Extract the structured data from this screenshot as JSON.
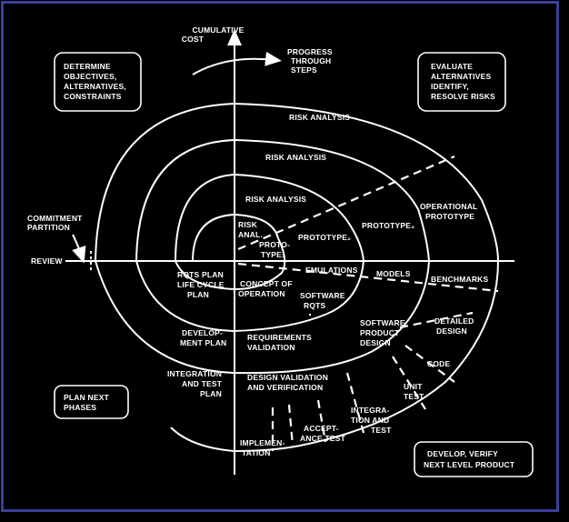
{
  "axes": {
    "cumulative_cost": [
      "CUMULATIVE",
      "COST"
    ],
    "progress": [
      "PROGRESS",
      "THROUGH",
      "STEPS"
    ],
    "review": "REVIEW",
    "commitment": [
      "COMMITMENT",
      "PARTITION"
    ]
  },
  "quadrants": {
    "top_left": [
      "DETERMINE",
      "OBJECTIVES,",
      "ALTERNATIVES,",
      "CONSTRAINTS"
    ],
    "top_right": [
      "EVALUATE",
      "ALTERNATIVES",
      "IDENTIFY,",
      "RESOLVE RISKS"
    ],
    "bottom_left": [
      "PLAN NEXT",
      "PHASES"
    ],
    "bottom_right": [
      "DEVELOP, VERIFY",
      "NEXT LEVEL PRODUCT"
    ]
  },
  "risk": {
    "outer": "RISK ANALYSIS",
    "third": "RISK ANALYSIS",
    "second": "RISK ANALYSIS",
    "inner": [
      "RISK",
      "ANAL."
    ]
  },
  "prototypes": {
    "p1": [
      "PROTO-",
      "TYPE₁"
    ],
    "p2": "PROTOTYPE₂",
    "p3": "PROTOTYPE₃",
    "operational": [
      "OPERATIONAL",
      "PROTOTYPE"
    ]
  },
  "middle_row": {
    "emulations": "EMULATIONS",
    "models": "MODELS",
    "benchmarks": "BENCHMARKS"
  },
  "plans": {
    "rqts": [
      "RQTS PLAN",
      "LIFE CYCLE",
      "PLAN"
    ],
    "concept": [
      "CONCEPT OF",
      "OPERATION"
    ],
    "develop": [
      "DEVELOP-",
      "MENT PLAN"
    ],
    "integration": [
      "INTEGRATION",
      "AND TEST",
      "PLAN"
    ]
  },
  "products": {
    "software_rqts": [
      "SOFTWARE",
      "RQTS"
    ],
    "requirements": [
      "REQUIREMENTS",
      "VALIDATION"
    ],
    "product_design": [
      "SOFTWARE",
      "PRODUCT",
      "DESIGN"
    ],
    "design_validation": [
      "DESIGN VALIDATION",
      "AND VERIFICATION"
    ],
    "detailed": [
      "DETAILED",
      "DESIGN"
    ],
    "code": "CODE",
    "unit": [
      "UNIT",
      "TEST"
    ],
    "integration_test": [
      "INTEGRA-",
      "TION AND",
      "TEST"
    ],
    "acceptance": [
      "ACCEPT-",
      "ANCE TEST"
    ],
    "implementation": [
      "IMPLEMEN-",
      "TATION"
    ]
  },
  "colors": {
    "background": "#000000",
    "frame": "#3a3f9a",
    "ink": "#ffffff"
  }
}
